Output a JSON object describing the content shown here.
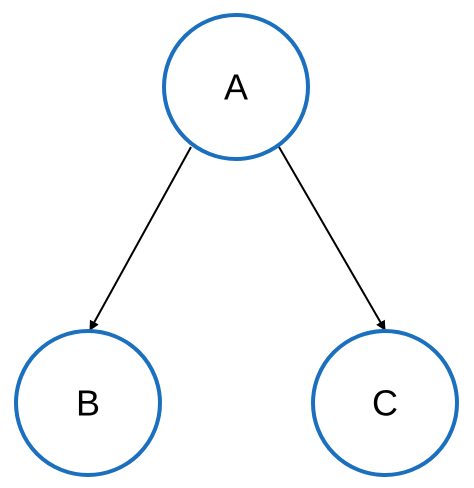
{
  "colors": {
    "node_stroke": "#1a6fbf",
    "edge": "#000000"
  },
  "nodes": [
    {
      "id": "A",
      "label": "A"
    },
    {
      "id": "B",
      "label": "B"
    },
    {
      "id": "C",
      "label": "C"
    }
  ],
  "edges": [
    {
      "from": "A",
      "to": "B"
    },
    {
      "from": "A",
      "to": "C"
    }
  ]
}
